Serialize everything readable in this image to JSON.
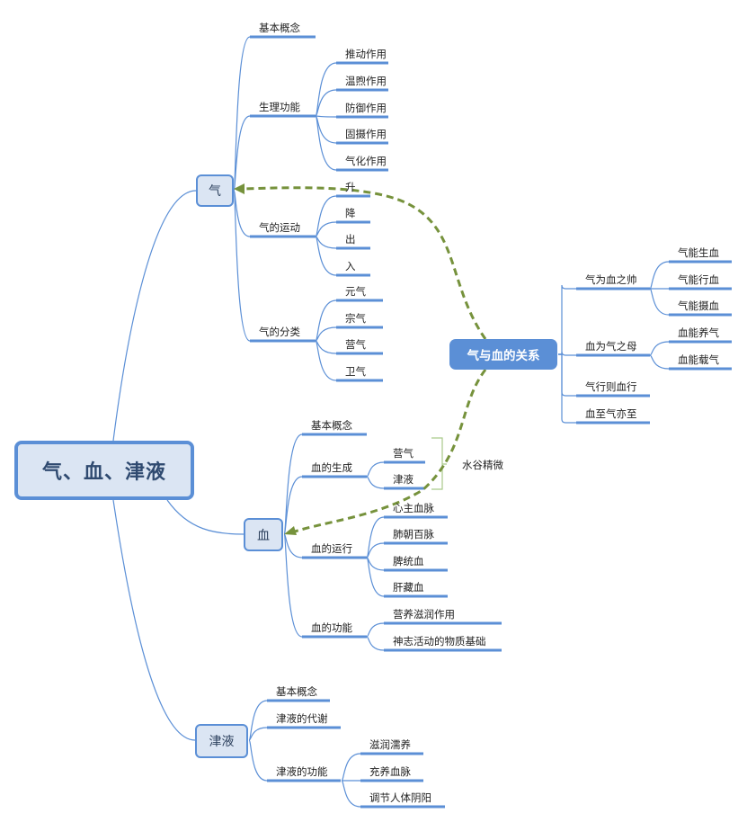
{
  "root": {
    "label": "气、血、津液"
  },
  "qi": {
    "label": "气",
    "children": [
      {
        "label": "基本概念",
        "children": []
      },
      {
        "label": "生理功能",
        "children": [
          "推动作用",
          "温煦作用",
          "防御作用",
          "固摄作用",
          "气化作用"
        ]
      },
      {
        "label": "气的运动",
        "children": [
          "升",
          "降",
          "出",
          "入"
        ]
      },
      {
        "label": "气的分类",
        "children": [
          "元气",
          "宗气",
          "营气",
          "卫气"
        ]
      }
    ]
  },
  "xue": {
    "label": "血",
    "children": [
      {
        "label": "基本概念",
        "children": []
      },
      {
        "label": "血的生成",
        "children": [
          "营气",
          "津液"
        ]
      },
      {
        "label": "血的运行",
        "children": [
          "心主血脉",
          "肺朝百脉",
          "脾统血",
          "肝藏血"
        ]
      },
      {
        "label": "血的功能",
        "children": [
          "营养滋润作用",
          "神志活动的物质基础"
        ]
      }
    ],
    "summary": "水谷精微"
  },
  "jinye": {
    "label": "津液",
    "children": [
      {
        "label": "基本概念",
        "children": []
      },
      {
        "label": "津液的代谢",
        "children": []
      },
      {
        "label": "津液的功能",
        "children": [
          "滋润濡养",
          "充养血脉",
          "调节人体阴阳"
        ]
      }
    ]
  },
  "relation": {
    "label": "气与血的关系",
    "children": [
      {
        "label": "气为血之帅",
        "children": [
          "气能生血",
          "气能行血",
          "气能摄血"
        ]
      },
      {
        "label": "血为气之母",
        "children": [
          "血能养气",
          "血能载气"
        ]
      },
      {
        "label": "气行则血行",
        "children": []
      },
      {
        "label": "血至气亦至",
        "children": []
      }
    ]
  },
  "colors": {
    "branch_line": "#5b8fd6",
    "node_fill": "#dbe5f3",
    "relation_fill": "#5b8fd6",
    "dashed_arrow": "#76923c",
    "bracket": "#a9c98a"
  }
}
